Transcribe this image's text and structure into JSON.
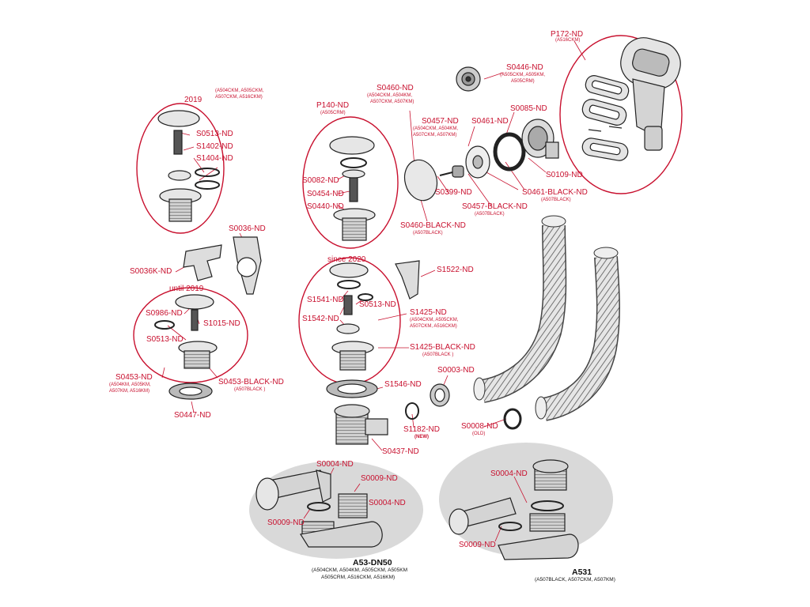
{
  "colors": {
    "accent": "#c8102e",
    "line": "#222222",
    "fill": "#d8d8d8",
    "ellipse": "#d9d9d9"
  },
  "labels": {
    "p172": "P172-ND",
    "p172_sub": "(A516CKM)",
    "s0446": "S0446-ND",
    "s0446_sub1": "(A505CKM, A505KM,",
    "s0446_sub2": "A505CRM)",
    "s0460": "S0460-ND",
    "s0460_sub1": "(A504CKM, A504KM,",
    "s0460_sub2": "A507CKM, A507KM)",
    "s0085": "S0085-ND",
    "s0461": "S0461-ND",
    "s0457": "S0457-ND",
    "s0457_sub1": "(A504CKM, A504KM,",
    "s0457_sub2": "A507CKM, A507KM)",
    "s0109": "S0109-ND",
    "s0399": "S0399-ND",
    "s0461b": "S0461-BLACK-ND",
    "s0461b_sub": "(A507BLACK)",
    "s0457b": "S0457-BLACK-ND",
    "s0457b_sub": "(A507BLACK)",
    "s0460b": "S0460-BLACK-ND",
    "s0460b_sub": "(A507BLACK)",
    "p140": "P140-ND",
    "p140_sub": "(A505CRM)",
    "s0082": "S0082-ND",
    "s0454": "S0454-ND",
    "s0440": "S0440-ND",
    "y2019": "2019",
    "y2019_sub1": "(A504CKM, A505CKM,",
    "y2019_sub2": "A507CKM, A516CKM)",
    "s0513a": "S0513-ND",
    "s1402": "S1402-ND",
    "s1404": "S1404-ND",
    "s0036": "S0036-ND",
    "s0036k": "S0036K-ND",
    "until2019": "until 2019",
    "s0986": "S0986-ND",
    "s1015": "S1015-ND",
    "s0513b": "S0513-ND",
    "s0453": "S0453-ND",
    "s0453_sub1": "(A504KM, A505KM,",
    "s0453_sub2": "A507KM, A516KM)",
    "s0453b": "S0453-BLACK-ND",
    "s0453b_sub": "(A507BLACK )",
    "s0447": "S0447-ND",
    "since2020": "since 2020",
    "s1541": "S1541-ND",
    "s0513c": "S0513-ND",
    "s1542": "S1542-ND",
    "s1425": "S1425-ND",
    "s1425_sub1": "(A504CKM, A505CKM,",
    "s1425_sub2": "A507CKM, A516CKM)",
    "s1425b": "S1425-BLACK-ND",
    "s1425b_sub": "(A507BLACK )",
    "s1522": "S1522-ND",
    "s1546": "S1546-ND",
    "s0003": "S0003-ND",
    "s1182": "S1182-ND",
    "new": "(NEW)",
    "s0008": "S0008-ND",
    "old": "(OLD)",
    "s0437": "S0437-ND",
    "s0004a": "S0004-ND",
    "s0009a": "S0009-ND",
    "s0004b": "S0004-ND",
    "s0009b": "S0009-ND",
    "s0004c": "S0004-ND",
    "s0009c": "S0009-ND",
    "a53": "A53-DN50",
    "a53_sub1": "(A504CKM, A504KM, A505CKM, A505KM",
    "a53_sub2": "A505CRM, A516CKM, A516KM)",
    "a531": "A531",
    "a531_sub": "(A507BLACK, A507CKM, A507KM)"
  }
}
